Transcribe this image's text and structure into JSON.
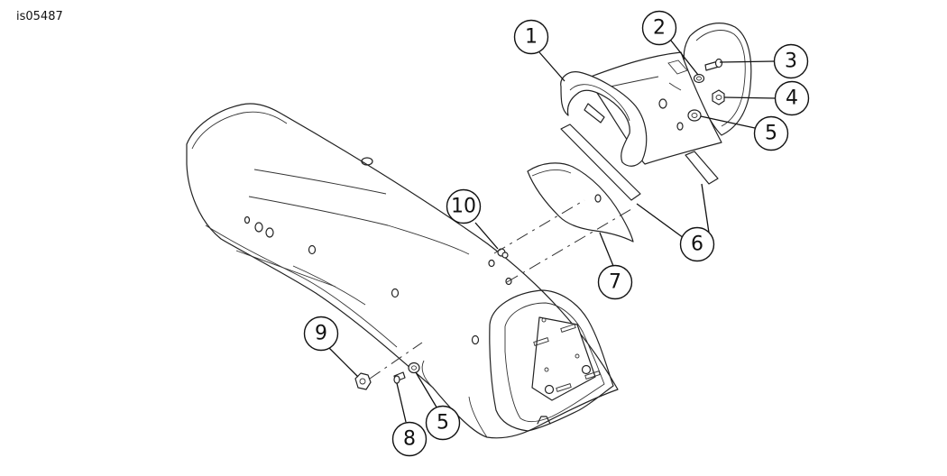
{
  "figure_id": "is05487",
  "callouts": [
    "1",
    "2",
    "3",
    "4",
    "5",
    "6",
    "7",
    "8",
    "5",
    "9",
    "10"
  ]
}
